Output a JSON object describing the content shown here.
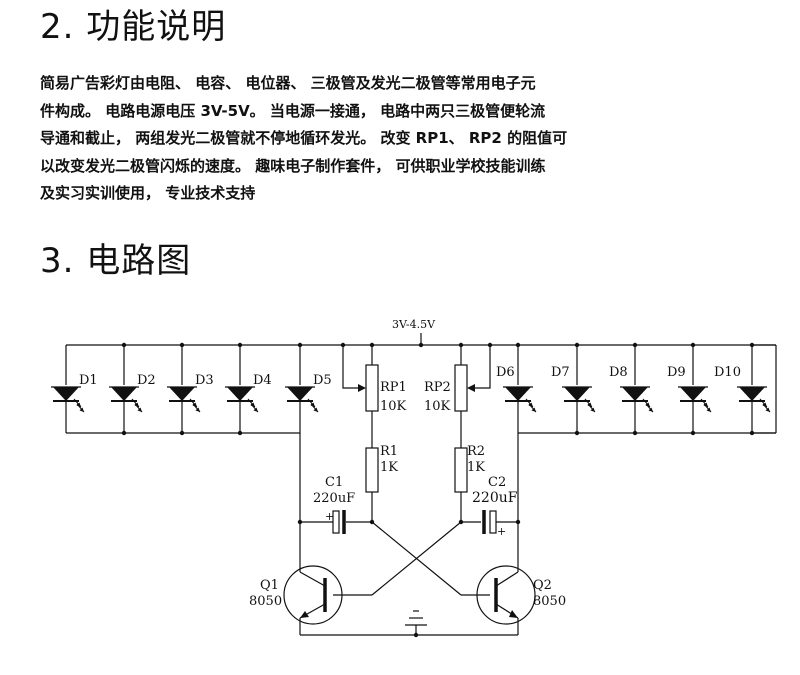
{
  "section2": {
    "title": "2. 功能说明",
    "lines": [
      "简易广告彩灯由电阻、 电容、 电位器、 三极管及发光二极管等常用电子元",
      "件构成。 电路电源电压 3V-5V。 当电源一接通， 电路中两只三极管便轮流",
      "导通和截止， 两组发光二极管就不停地循环发光。 改变 RP1、 RP2 的阻值可",
      "以改变发光二极管闪烁的速度。 趣味电子制作套件， 可供职业学校技能训练",
      "及实习实训使用， 专业技术支持"
    ]
  },
  "section3": {
    "title": "3. 电路图"
  },
  "circuit": {
    "supply": "3V-4.5V",
    "leds_left": [
      "D1",
      "D2",
      "D3",
      "D4",
      "D5"
    ],
    "leds_right": [
      "D6",
      "D7",
      "D8",
      "D9",
      "D10"
    ],
    "rp1": {
      "name": "RP1",
      "value": "10K"
    },
    "rp2": {
      "name": "RP2",
      "value": "10K"
    },
    "r1": {
      "name": "R1",
      "value": "1K"
    },
    "r2": {
      "name": "R2",
      "value": "1K"
    },
    "c1": {
      "name": "C1",
      "value": "220uF"
    },
    "c2": {
      "name": "C2",
      "value": "220uF"
    },
    "q1": {
      "name": "Q1",
      "value": "8050"
    },
    "q2": {
      "name": "Q2",
      "value": "8050"
    }
  }
}
